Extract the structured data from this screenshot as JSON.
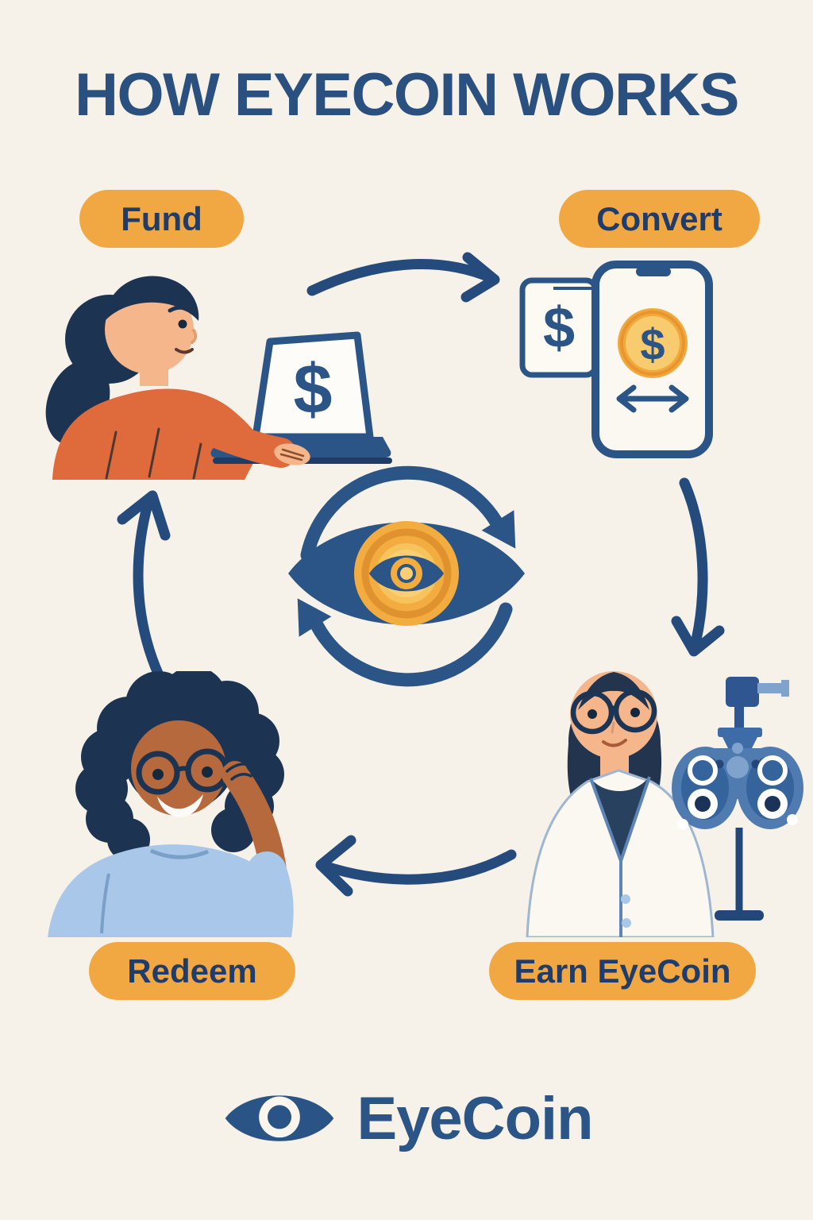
{
  "title": "HOW EYECOIN WORKS",
  "steps": [
    {
      "label": "Fund"
    },
    {
      "label": "Convert"
    },
    {
      "label": "Earn EyeCoin"
    },
    {
      "label": "Redeem"
    }
  ],
  "glyphs": {
    "laptop_screen_dollar": "$",
    "card_dollar": "$",
    "coin_dollar": "$"
  },
  "logo": {
    "name": "EyeCoin"
  },
  "colors": {
    "background": "#F7F2E9",
    "navy_text": "#1F3C6B",
    "title_blue": "#29507F",
    "illustration_blue": "#2A5586",
    "arrow_blue": "#254B7D",
    "pill_orange": "#F1A843",
    "coin_gold": "#F2A93B",
    "coin_gold_light": "#F8CB6F",
    "shirt_orange": "#DF6A3C",
    "shirt_light_blue": "#A9C7E8",
    "skin_light": "#F6B68C",
    "skin_brown": "#B5693D",
    "hair_navy": "#1C3452",
    "coat_white": "#FBF8F2"
  }
}
